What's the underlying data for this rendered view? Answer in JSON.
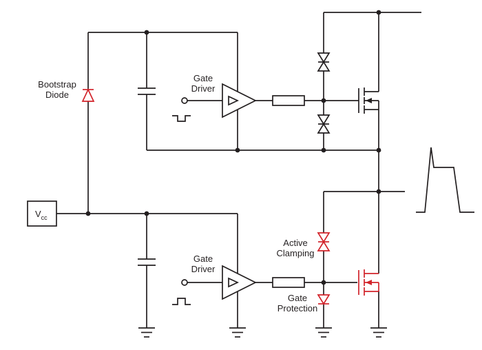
{
  "colors": {
    "wire": "#231f20",
    "accent": "#d2232a",
    "background": "#ffffff"
  },
  "labels": {
    "bootstrap_diode": [
      "Bootstrap",
      "Diode"
    ],
    "gate_driver_high": [
      "Gate",
      "Driver"
    ],
    "gate_driver_low": [
      "Gate",
      "Driver"
    ],
    "active_clamping": [
      "Active",
      "Clamping"
    ],
    "gate_protection": [
      "Gate",
      "Protection"
    ],
    "supply": {
      "main": "V",
      "sub": "cc"
    }
  }
}
